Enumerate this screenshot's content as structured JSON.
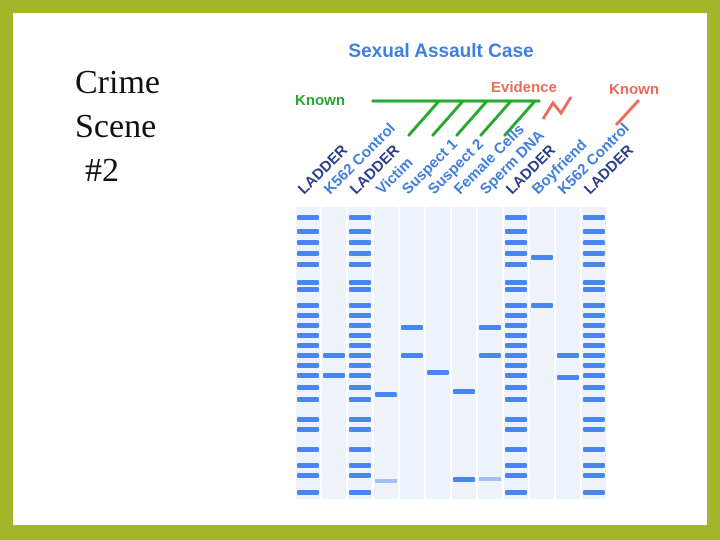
{
  "slide": {
    "title_lines": [
      "Crime",
      "Scene",
      "#2"
    ]
  },
  "figure": {
    "heading": "Sexual Assault Case",
    "group_known_left": "Known",
    "group_evidence": "Evidence",
    "group_known_right": "Known",
    "lanes": [
      "LADDER",
      "K562 Control",
      "LADDER",
      "Victim",
      "Suspect 1",
      "Suspect 2",
      "Female Cells",
      "Sperm DNA",
      "LADDER",
      "Boyfriend",
      "K562 Control",
      "LADDER"
    ],
    "colors": {
      "heading": "#3f7fe0",
      "known_left": "#25a82e",
      "evidence": "#f06a5a",
      "known_right": "#f06a5a",
      "lane_label_ladder": "#2c3f8c",
      "lane_label_sample": "#3f7fe0",
      "band": "#4a86f0",
      "lane_bg": "#eef3fb"
    }
  }
}
